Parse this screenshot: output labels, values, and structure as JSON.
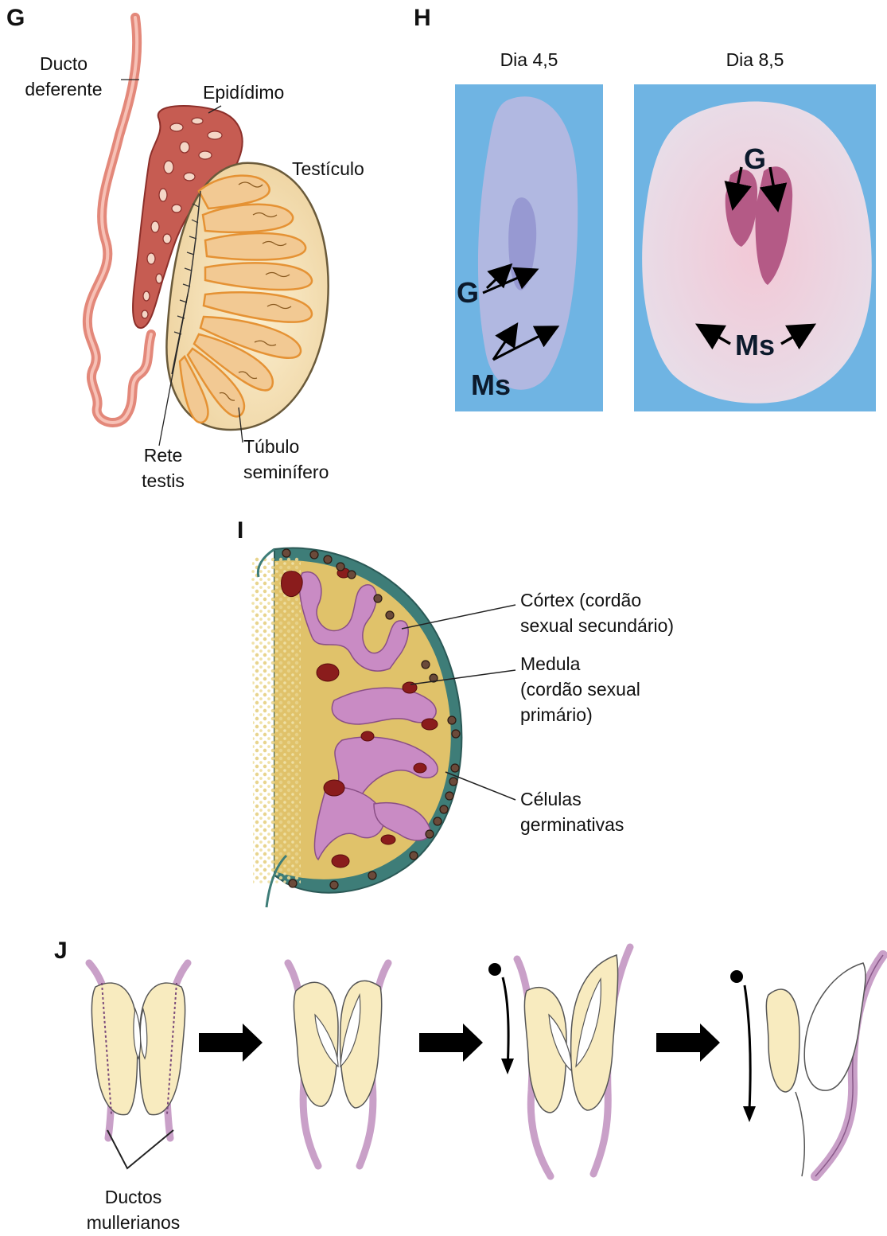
{
  "panels": {
    "g": {
      "letter": "G",
      "labels": {
        "ducto_deferente": [
          "Ducto",
          "deferente"
        ],
        "epididimo": "Epidídimo",
        "testiculo": "Testículo",
        "rete_testis": [
          "Rete",
          "testis"
        ],
        "tubulo_seminifero": [
          "Túbulo",
          "seminífero"
        ]
      }
    },
    "h": {
      "letter": "H",
      "photo_left": {
        "title": "Dia 4,5",
        "label_g": "G",
        "label_ms": "Ms"
      },
      "photo_right": {
        "title": "Dia 8,5",
        "label_g": "G",
        "label_ms": "Ms"
      }
    },
    "i": {
      "letter": "I",
      "labels": {
        "cortex": [
          "Córtex (cordão",
          "sexual secundário)"
        ],
        "medula": [
          "Medula",
          "(cordão sexual",
          "primário)"
        ],
        "celulas": [
          "Células",
          "germinativas"
        ]
      }
    },
    "j": {
      "letter": "J",
      "labels": {
        "ductos": [
          "Ductos",
          "mullerianos"
        ]
      }
    }
  },
  "colors": {
    "testis_fill": "#f3dfb2",
    "tubule": "#e69a3a",
    "epididymis": "#b9514a",
    "vas": "#e07f70",
    "photo_bg": "#6fb4e3",
    "ovary_yellow": "#e0c26a",
    "ovary_rim": "#3e7d78",
    "medulla_pink": "#c98bc4",
    "dark_red": "#8a1c1c",
    "mullerian": "#c9a0c8",
    "gonad_yellow": "#f8ebbf"
  }
}
